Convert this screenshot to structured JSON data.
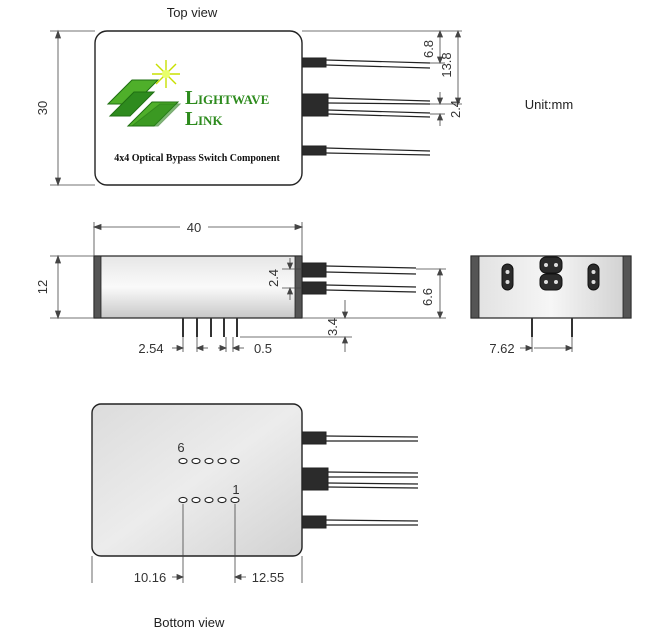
{
  "views": {
    "top_label": "Top view",
    "bottom_label": "Bottom view"
  },
  "unit_label": "Unit:mm",
  "logo": {
    "letter_l1": "L",
    "word_1": "IGHTWAVE",
    "letter_l2": "L",
    "word_2": "INK"
  },
  "product_label": "4x4 Optical Bypass Switch Component",
  "dimensions": {
    "height_30": "30",
    "fiber_6_8": "6.8",
    "fiber_13_8": "13.8",
    "fiber_2_4_top": "2.4",
    "width_40": "40",
    "height_12": "12",
    "fiber_2_4_side": "2.4",
    "fiber_6_6": "6.6",
    "pin_3_4": "3.4",
    "pitch_2_54": "2.54",
    "pin_0_5": "0.5",
    "pitch_7_62": "7.62",
    "pin_6": "6",
    "pin_1": "1",
    "pos_10_16": "10.16",
    "pos_12_55": "12.55"
  },
  "colors": {
    "body_fill": "#f2f2f2",
    "metal_side": "#cfcfcf",
    "brand_green": "#2e8b1e",
    "logo_yellow": "#c8e000"
  }
}
